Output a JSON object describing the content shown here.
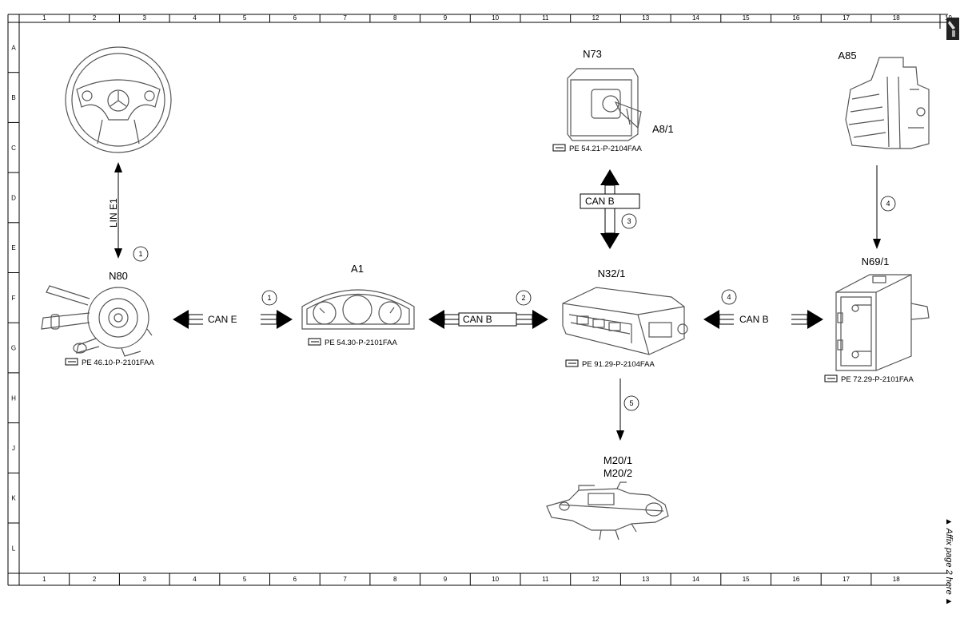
{
  "grid": {
    "columns": [
      "1",
      "2",
      "3",
      "4",
      "5",
      "6",
      "7",
      "8",
      "9",
      "10",
      "11",
      "12",
      "13",
      "14",
      "15",
      "16",
      "17",
      "18"
    ],
    "last_column": "19",
    "rows": [
      "A",
      "B",
      "C",
      "D",
      "E",
      "F",
      "G",
      "H",
      "J",
      "K",
      "L"
    ]
  },
  "side_note": "▲ Affix page 2 here ▲",
  "components": {
    "steering_wheel": {
      "label": ""
    },
    "n80": {
      "label": "N80",
      "ref": "PE 46.10-P-2101FAA"
    },
    "a1": {
      "label": "A1",
      "ref": "PE 54.30-P-2101FAA"
    },
    "n73": {
      "label": "N73",
      "sub_label": "A8/1",
      "ref": "PE 54.21-P-2104FAA"
    },
    "a85": {
      "label": "A85"
    },
    "n32_1": {
      "label": "N32/1",
      "ref": "PE 91.29-P-2104FAA"
    },
    "n69_1": {
      "label": "N69/1",
      "ref": "PE 72.29-P-2101FAA"
    },
    "m20": {
      "label_1": "M20/1",
      "label_2": "M20/2"
    }
  },
  "connections": {
    "lin_e1": {
      "label": "LIN E1",
      "number": "1"
    },
    "can_e": {
      "label": "CAN E",
      "number": "1"
    },
    "can_b_a1_n32": {
      "label": "CAN B",
      "number": "2"
    },
    "can_b_n73": {
      "label": "CAN B",
      "number": "3"
    },
    "can_b_n69": {
      "label": "CAN B",
      "number": "4"
    },
    "a85_n69": {
      "number": "4"
    },
    "n32_m20": {
      "number": "5"
    }
  },
  "colors": {
    "line": "#000000",
    "drawing": "#555555",
    "background": "#ffffff"
  },
  "icons": {
    "reference": "pointing-hand-icon",
    "page_tab": "book-tab-icon"
  }
}
